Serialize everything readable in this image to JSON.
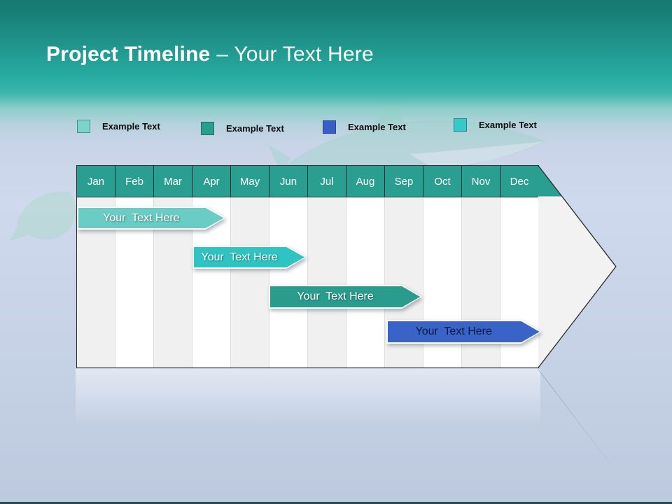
{
  "slide": {
    "title": {
      "bold": "Project Timeline",
      "rest": "– Your Text Here"
    },
    "background_top_color": "#17796f",
    "background_bottom_color": "#c7d3e7"
  },
  "legend": {
    "items": [
      {
        "label": "Example Text",
        "color": "#7cd3c9"
      },
      {
        "label": "Example Text",
        "color": "#2a9d8f"
      },
      {
        "label": "Example Text",
        "color": "#3a5ec9"
      },
      {
        "label": "Example Text",
        "color": "#35c9c9"
      }
    ]
  },
  "chart_data": {
    "type": "bar",
    "subtype": "gantt",
    "title": "Project Timeline – Your Text Here",
    "months": [
      "Jan",
      "Feb",
      "Mar",
      "Apr",
      "May",
      "Jun",
      "Jul",
      "Aug",
      "Sep",
      "Oct",
      "Nov",
      "Dec"
    ],
    "axis_range_months": [
      0,
      12
    ],
    "header_color": "#2b9e92",
    "grid": true,
    "bars": [
      {
        "label": "Your  Text Here",
        "start": 0,
        "end": 3.85,
        "color": "#69cdc5",
        "text_color": "#ffffff"
      },
      {
        "label": "Your  Text Here",
        "start": 3.0,
        "end": 5.95,
        "color": "#2fc4c1",
        "text_color": "#ffffff"
      },
      {
        "label": "Your  Text Here",
        "start": 4.98,
        "end": 8.95,
        "color": "#2a9c8e",
        "text_color": "#ffffff"
      },
      {
        "label": "Your  Text Here",
        "start": 8.03,
        "end": 12.05,
        "color": "#3a63c8",
        "text_color": "#0b1a3a"
      }
    ]
  }
}
